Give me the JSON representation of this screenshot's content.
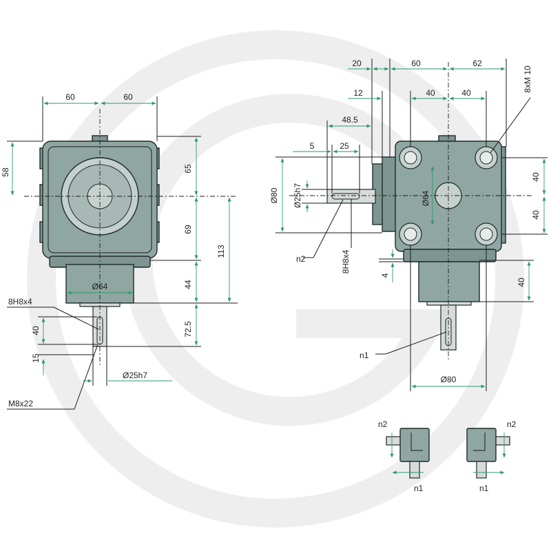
{
  "left_view": {
    "width_left": "60",
    "width_right": "60",
    "height_58": "58",
    "height_65": "65",
    "height_69": "69",
    "height_113": "113",
    "height_44": "44",
    "height_72_5": "72.5",
    "height_40": "40",
    "height_15": "15",
    "dia_64": "Ø64",
    "key": "8H8x4",
    "shaft_dia": "Ø25h7",
    "thread": "M8x22"
  },
  "right_view": {
    "dim_20": "20",
    "dim_60": "60",
    "dim_62": "62",
    "bolts": "8xM 10",
    "dim_12": "12",
    "dim_40a": "40",
    "dim_40b": "40",
    "dim_48_5": "48.5",
    "dim_5": "5",
    "dim_25": "25",
    "dia_80": "Ø80",
    "shaft_dia": "Ø25h7",
    "dia_64": "Ø64",
    "v40a": "40",
    "v40b": "40",
    "n2": "n2",
    "key": "8H8x4",
    "dim_4": "4",
    "v40c": "40",
    "n1": "n1",
    "dia_80_bottom": "Ø80"
  },
  "rotation_icons": {
    "left_n2": "n2",
    "left_n1": "n1",
    "right_n2": "n2",
    "right_n1": "n1"
  },
  "colors": {
    "housing": "#8fa6a2",
    "dimension_line": "#2a9a6a",
    "watermark": "#eeeeee"
  }
}
